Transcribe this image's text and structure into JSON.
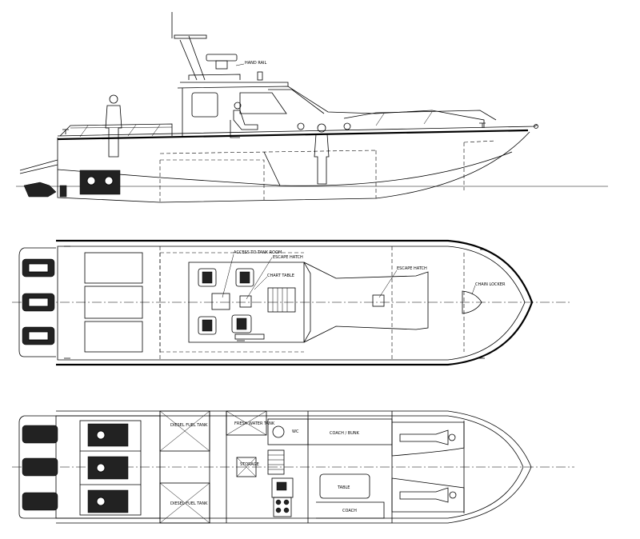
{
  "labels": {
    "hand_rail": "HAND RAIL",
    "access_tank_room": "ACCESS TO TANK ROOM",
    "escape_hatch_1": "ESCAPE HATCH",
    "chart_table": "CHART TABLE",
    "escape_hatch_2": "ESCAPE HATCH",
    "chain_locker": "CHAIN LOCKER",
    "diesel_fuel_tank_1": "DIESEL FUEL TANK",
    "fresh_water_tank": "FRESH WATER TANK",
    "wc": "WC",
    "coach_bunk": "COACH / BUNK",
    "storage": "STORAGE",
    "table": "TABLE",
    "coach": "COACH",
    "diesel_fuel_tank_2": "DIESEL FUEL TANK"
  }
}
